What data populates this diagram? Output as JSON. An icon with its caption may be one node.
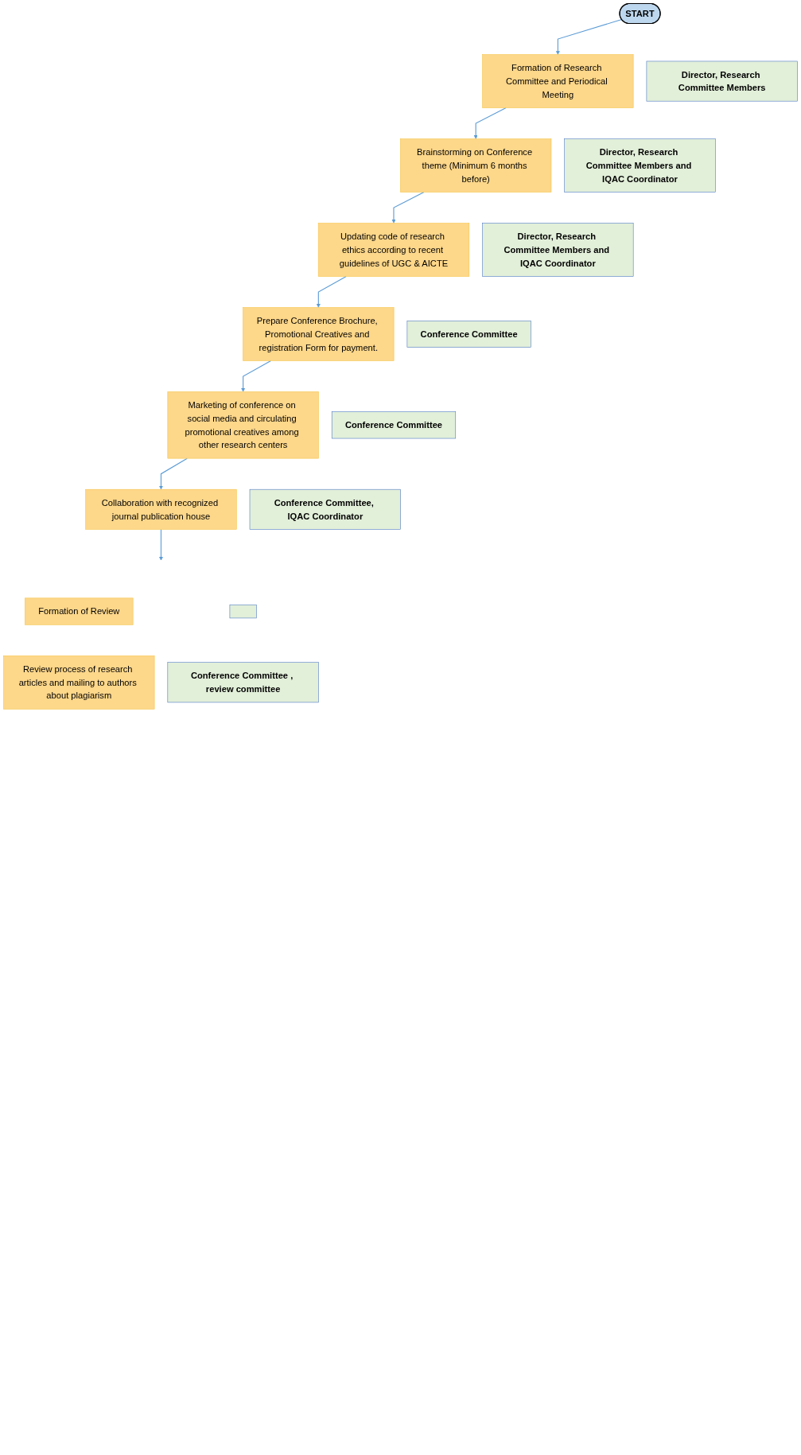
{
  "diagram": {
    "nodes": [
      {
        "text": [
          "START"
        ]
      },
      {
        "text": [
          "Formation of Research Committee and Periodical Meeting"
        ]
      },
      {
        "text": [
          "Director, Research Committee Members"
        ]
      },
      {
        "text": [
          "Brainstorming on Conference theme (Minimum 6 months before)"
        ]
      },
      {
        "text": [
          "Director, Research Committee Members and IQAC Coordinator"
        ]
      },
      {
        "text": [
          "Updating code of research ethics according to recent guidelines of UGC & AICTE"
        ]
      },
      {
        "text": [
          "Director, Research Committee Members and IQAC Coordinator"
        ]
      },
      {
        "text": [
          "Prepare Conference Brochure, Promotional Creatives and registration Form for payment."
        ]
      },
      {
        "text": [
          "Conference Committee"
        ]
      },
      {
        "text": [
          "Marketing of conference on social media and circulating promotional creatives among other research centers"
        ]
      },
      {
        "text": [
          "Conference Committee"
        ]
      },
      {
        "text": [
          "Collaboration with recognized journal publication house"
        ]
      },
      {
        "text": [
          "Conference Committee, IQAC Coordinator"
        ]
      },
      {
        "text": [
          "Formation of Review"
        ]
      },
      {
        "text": [
          "Review process of research articles and mailing to authors about plagiarism"
        ]
      },
      {
        "text": [],
        "shape": "box"
      },
      {
        "text": [
          "Conference Committee , review committee"
        ]
      }
    ],
    "edges": [
      {
        "from": 0,
        "to": 1,
        "arrow": "to"
      },
      {
        "from": 1,
        "to": 3,
        "arrow": "to"
      },
      {
        "from": 3,
        "to": 5,
        "arrow": "to"
      },
      {
        "from": 5,
        "to": 7,
        "arrow": "to"
      },
      {
        "from": 7,
        "to": 9,
        "arrow": "to"
      },
      {
        "from": 9,
        "to": 11,
        "arrow": "to"
      },
      {
        "from": 11,
        "to": null,
        "arrow": "to"
      }
    ]
  }
}
